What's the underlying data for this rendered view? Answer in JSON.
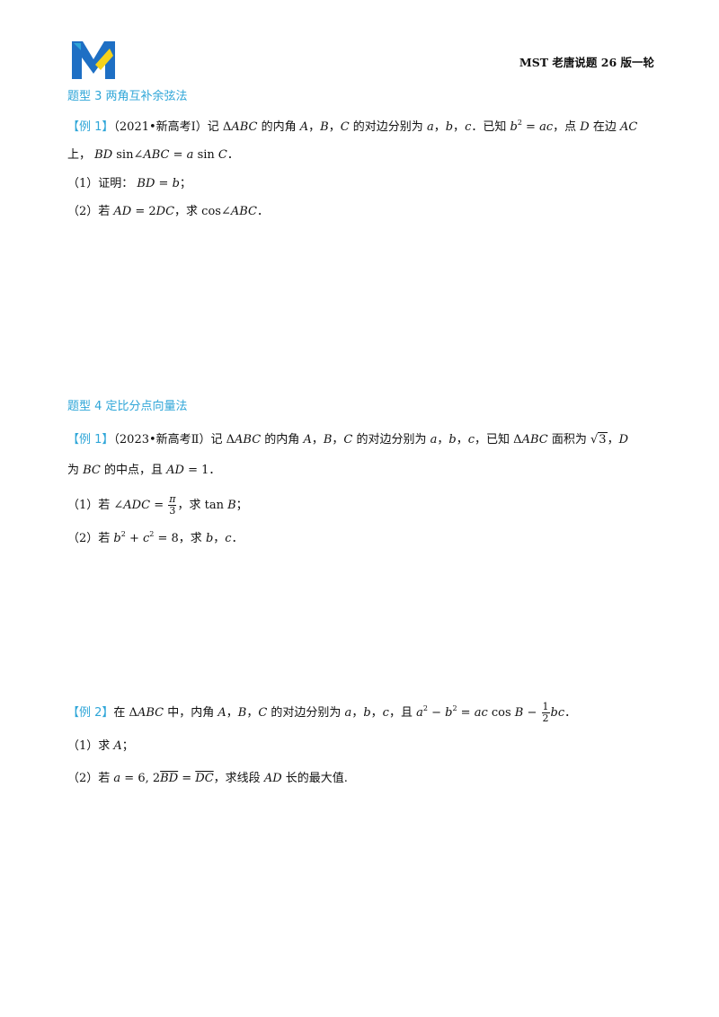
{
  "header": {
    "logo_name": "MST logo",
    "logo_colors": {
      "blue": "#1e6fc4",
      "yellow": "#f5d21a"
    },
    "title": "MST 老唐说题 26 版一轮"
  },
  "section3": {
    "heading": "题型 3  两角互补余弦法",
    "example1": {
      "tag": "【例 1】",
      "source": "（2021•新高考Ⅰ）",
      "line1": "记 ΔABC 的内角 A，B，C 的对边分别为 a，b，c．已知 b² = ac，点 D 在边 AC",
      "line2": "上，BD sin∠ABC = a sin C．",
      "q1": "（1）证明：BD = b；",
      "q2": "（2）若 AD = 2DC，求 cos∠ABC．"
    }
  },
  "section4": {
    "heading": "题型 4  定比分点向量法",
    "example1": {
      "tag": "【例 1】",
      "source": "（2023•新高考Ⅱ）",
      "line1": "记 ΔABC 的内角 A，B，C 的对边分别为 a，b，c，已知 ΔABC 面积为 √3，D",
      "line2": "为 BC 的中点，且 AD = 1．",
      "q1": "（1）若 ∠ADC = π/3，求 tan B；",
      "q2": "（2）若 b² + c² = 8，求 b，c．"
    },
    "example2": {
      "tag": "【例 2】",
      "line1": "在 ΔABC 中，内角 A，B，C 的对边分别为 a，b，c，且 a² − b² = ac cos B − (1/2)bc．",
      "q1": "（1）求 A；",
      "q2": "（2）若 a = 6, 2BD→ = DC→，求线段 AD 长的最大值."
    }
  }
}
